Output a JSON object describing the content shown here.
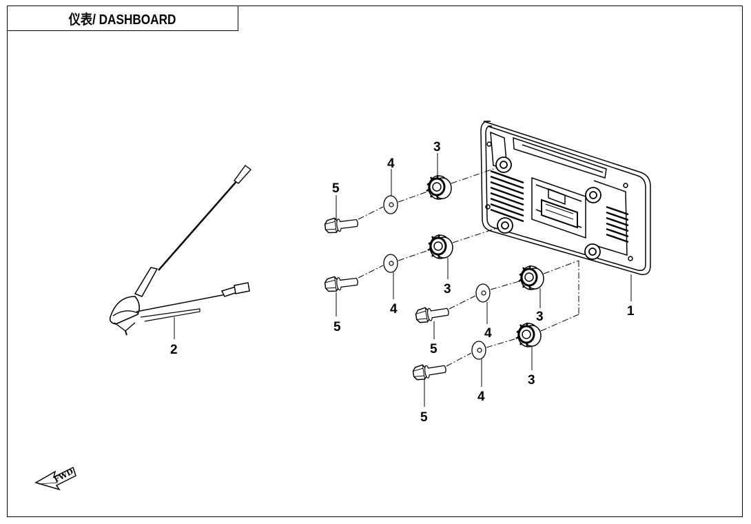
{
  "title": "仪表/ DASHBOARD",
  "callouts": {
    "dashboard": "1",
    "antenna": "2",
    "grommet": "3",
    "washer": "4",
    "bolt": "5"
  },
  "fwd_label": "FWD",
  "colors": {
    "line": "#000000",
    "background": "#ffffff"
  },
  "icons": [
    "forward-arrow-icon"
  ]
}
